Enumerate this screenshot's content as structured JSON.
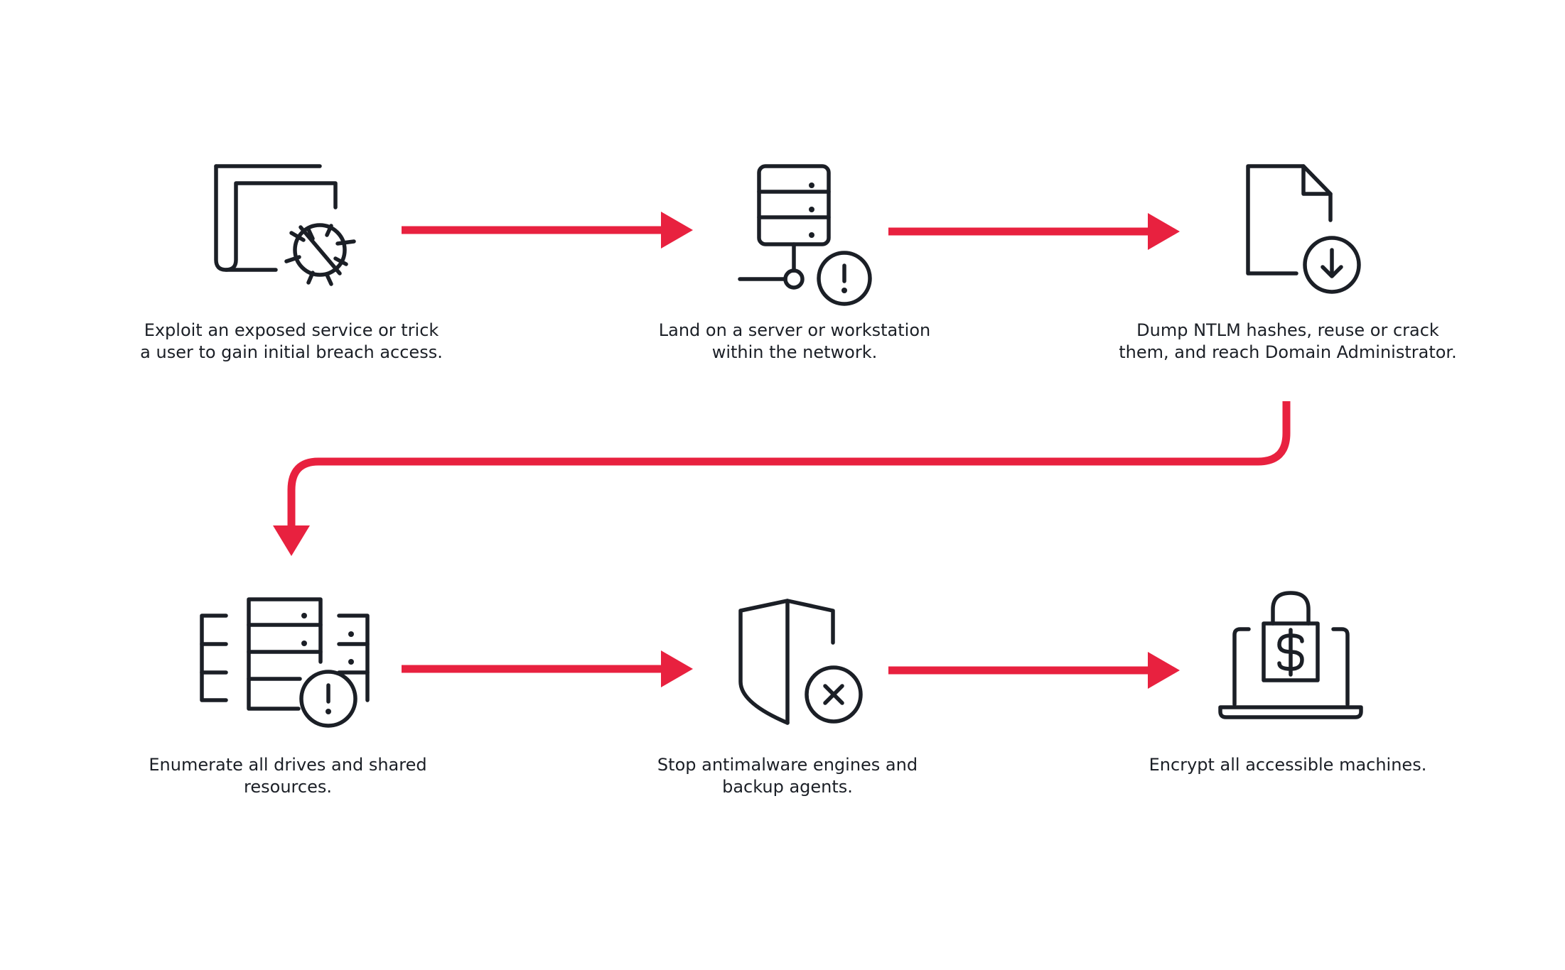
{
  "colors": {
    "arrow": "#e8213f",
    "icon_stroke": "#1b1f26",
    "background": "#ffffff"
  },
  "steps": [
    {
      "icon": "exploited-window-bug-icon",
      "caption": "Exploit an exposed service or trick\na user to gain initial breach access."
    },
    {
      "icon": "server-alert-icon",
      "caption": "Land on a server or workstation\nwithin the network."
    },
    {
      "icon": "document-download-icon",
      "caption": "Dump NTLM hashes, reuse or crack\nthem, and reach Domain Administrator."
    },
    {
      "icon": "drives-alert-icon",
      "caption": "Enumerate all drives and shared\nresources."
    },
    {
      "icon": "shield-x-icon",
      "caption": "Stop antimalware engines and\nbackup agents."
    },
    {
      "icon": "laptop-locked-ransom-icon",
      "caption": "Encrypt all accessible machines."
    }
  ]
}
